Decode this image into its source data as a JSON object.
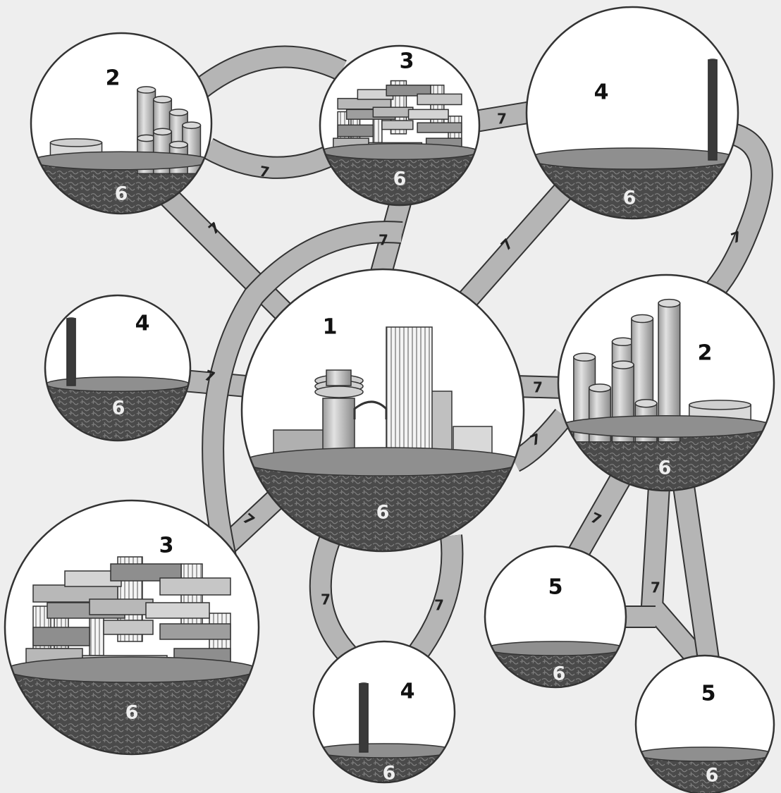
{
  "colors": {
    "background": "#eeeeee",
    "bubble_fill": "#ffffff",
    "outline": "#333333",
    "ground_top": "#8f8f8f",
    "ground_soil": "#4a4a4a",
    "connector": "#b5b5b5",
    "building_light": "#d9d9d9",
    "building_mid": "#b0b0b0",
    "building_dark": "#6a6a6a",
    "chimney": "#3a3a3a"
  },
  "bubbles": [
    {
      "id": "b1",
      "label": "1",
      "ground": "6",
      "scene": "city-center"
    },
    {
      "id": "b2a",
      "label": "2",
      "ground": "6",
      "scene": "industrial"
    },
    {
      "id": "b3a",
      "label": "3",
      "ground": "6",
      "scene": "mixed"
    },
    {
      "id": "b4a",
      "label": "4",
      "ground": "6",
      "scene": "chimney"
    },
    {
      "id": "b4b",
      "label": "4",
      "ground": "6",
      "scene": "chimney"
    },
    {
      "id": "b2b",
      "label": "2",
      "ground": "6",
      "scene": "industrial"
    },
    {
      "id": "b3b",
      "label": "3",
      "ground": "6",
      "scene": "mixed"
    },
    {
      "id": "b4c",
      "label": "4",
      "ground": "6",
      "scene": "chimney"
    },
    {
      "id": "b5a",
      "label": "5",
      "ground": "6",
      "scene": "empty"
    },
    {
      "id": "b5b",
      "label": "5",
      "ground": "6",
      "scene": "empty"
    }
  ],
  "connector_labels": [
    "7",
    "7",
    "7",
    "7",
    "7",
    "7",
    "7",
    "7",
    "7",
    "7",
    "7",
    "7",
    "7",
    "7"
  ]
}
